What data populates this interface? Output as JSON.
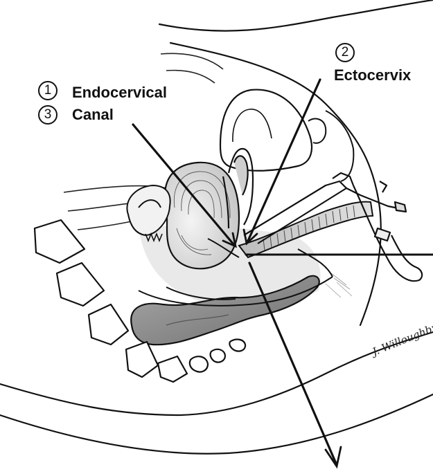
{
  "labels": {
    "marker_1": "1",
    "marker_2": "2",
    "marker_3": "3",
    "endocervical": "Endocervical",
    "canal": "Canal",
    "ectocervix": "Ectocervix"
  },
  "signature": "J. Willoughby",
  "colors": {
    "ink": "#111111",
    "shade_light": "#e6e6e6",
    "shade_mid": "#b8b8b8",
    "shade_dark": "#8c8c8c",
    "paper": "#ffffff"
  }
}
